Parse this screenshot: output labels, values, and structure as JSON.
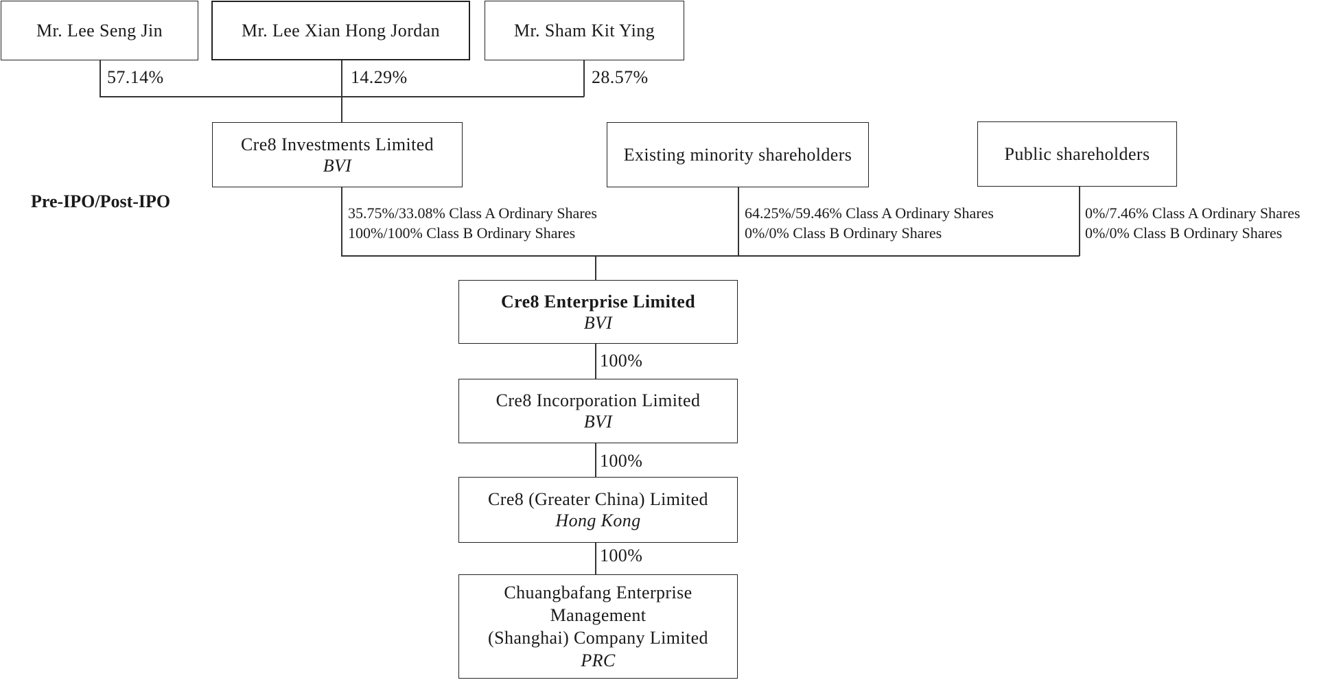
{
  "individuals": [
    {
      "name": "Mr. Lee Seng Jin",
      "stake": "57.14%"
    },
    {
      "name": "Mr. Lee Xian Hong Jordan",
      "stake": "14.29%"
    },
    {
      "name": "Mr. Sham Kit Ying",
      "stake": "28.57%"
    }
  ],
  "shareholders": {
    "investments": {
      "name": "Cre8 Investments Limited",
      "jurisdiction": "BVI",
      "class_a": "35.75%/33.08%  Class A Ordinary Shares",
      "class_b": "100%/100% Class B Ordinary Shares"
    },
    "minority": {
      "name": "Existing minority shareholders",
      "class_a": "64.25%/59.46% Class A Ordinary Shares",
      "class_b": "0%/0% Class B Ordinary Shares"
    },
    "public": {
      "name": "Public shareholders",
      "class_a": "0%/7.46% Class A Ordinary Shares",
      "class_b": "0%/0% Class B Ordinary Shares"
    }
  },
  "phase_label": "Pre-IPO/Post-IPO",
  "chain": [
    {
      "name": "Cre8 Enterprise Limited",
      "jurisdiction": "BVI"
    },
    {
      "name": "Cre8 Incorporation Limited",
      "jurisdiction": "BVI",
      "stake": "100%"
    },
    {
      "name": "Cre8 (Greater China) Limited",
      "jurisdiction": "Hong Kong",
      "stake": "100%"
    },
    {
      "name_lines": [
        "Chuangbafang Enterprise",
        "Management",
        "(Shanghai) Company Limited"
      ],
      "jurisdiction": "PRC",
      "stake": "100%"
    }
  ]
}
